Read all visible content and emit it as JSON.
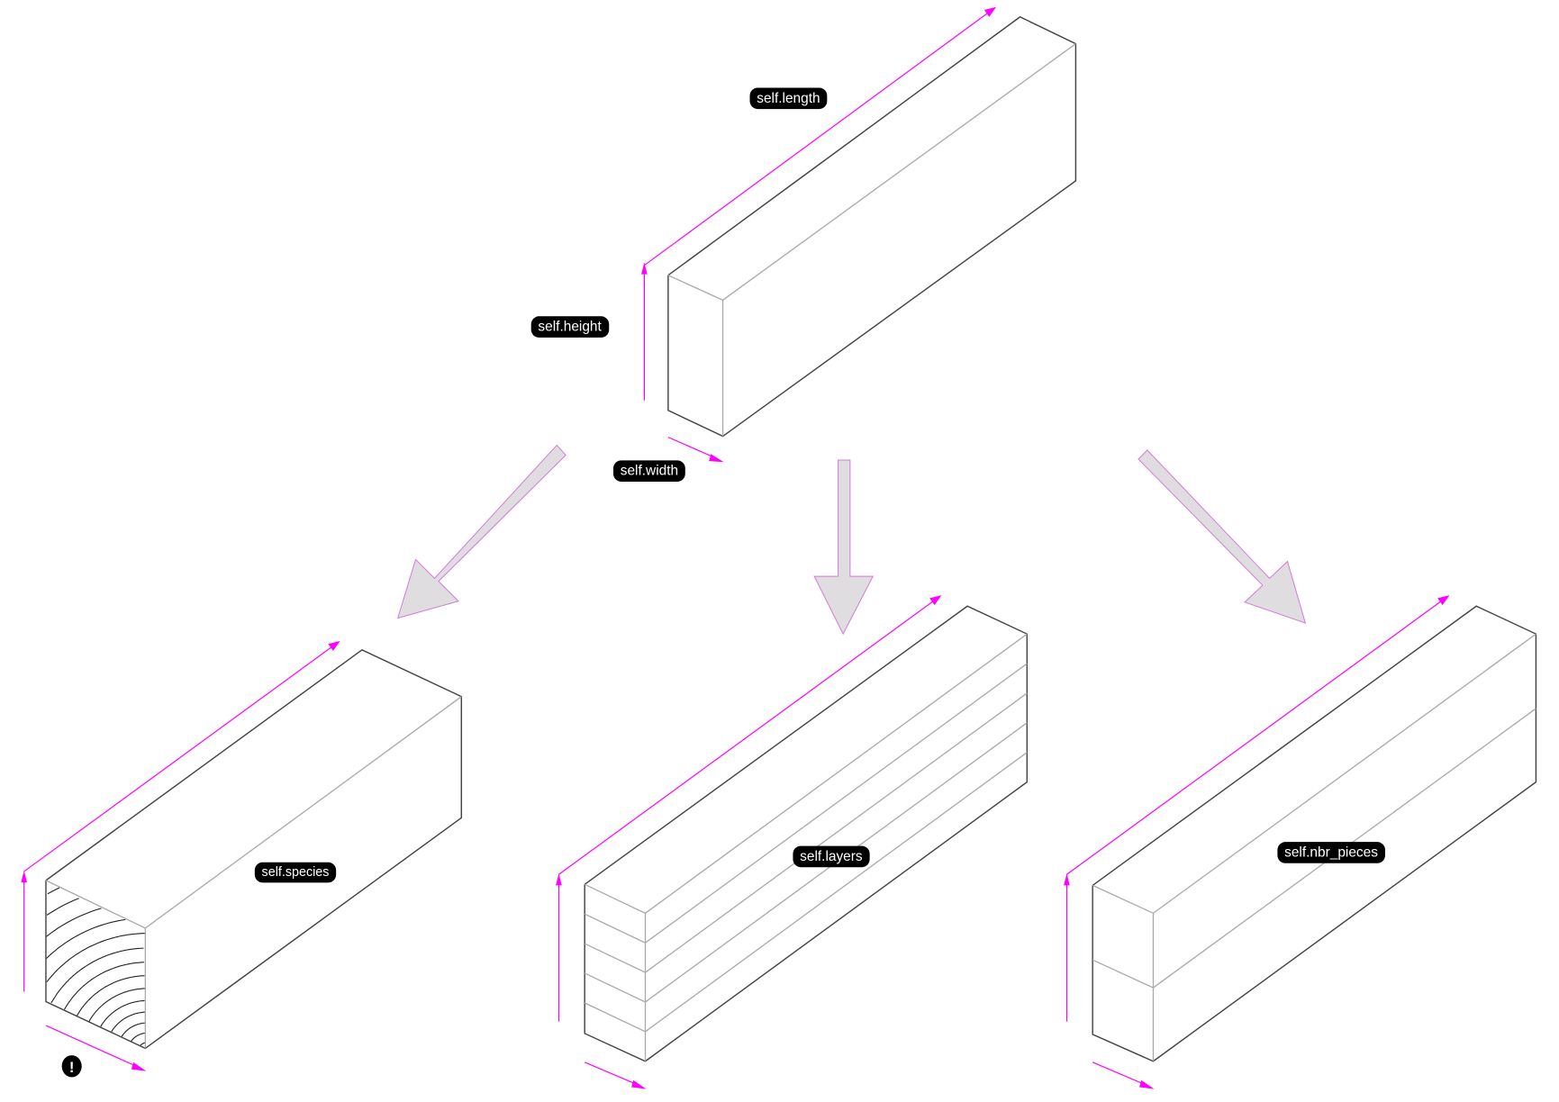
{
  "labels": {
    "length": "self.length",
    "height": "self.height",
    "width": "self.width",
    "species": "self.species",
    "layers": "self.layers",
    "nbr_pieces": "self.nbr_pieces"
  },
  "warning_symbol": "!",
  "icons": [
    "exclamation-icon"
  ],
  "colors": {
    "dimension": "#ff00ff",
    "transform_arrow": "#e0dde0",
    "label_bg": "#000000"
  },
  "layers_count": 5,
  "pieces_count": 2
}
